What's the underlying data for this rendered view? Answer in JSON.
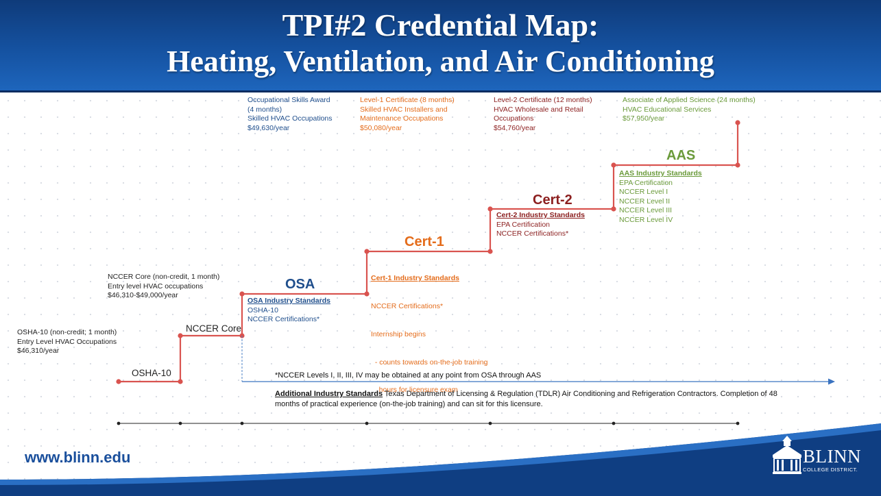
{
  "title": {
    "line1": "TPI#2 Credential Map:",
    "line2": "Heating, Ventilation, and Air Conditioning"
  },
  "top_credentials": [
    {
      "lines": [
        "Occupational Skills Award",
        "(4 months)",
        "Skilled HVAC Occupations",
        "$49,630/year"
      ]
    },
    {
      "lines": [
        "Level-1 Certificate (8 months)",
        "Skilled HVAC Installers and",
        "Maintenance Occupations",
        "$50,080/year"
      ]
    },
    {
      "lines": [
        "Level-2 Certificate (12 months)",
        "HVAC Wholesale and Retail",
        "Occupations",
        "$54,760/year"
      ]
    },
    {
      "lines": [
        "Associate of Applied Science (24 months)",
        "HVAC Educational Services",
        "$57,950/year"
      ]
    }
  ],
  "left_credentials": [
    {
      "lines": [
        "NCCER Core (non-credit, 1 month)",
        "Entry level HVAC occupations",
        "$46,310-$49,000/year"
      ]
    },
    {
      "lines": [
        "OSHA-10 (non-credit; 1 month)",
        "Entry Level HVAC Occupations",
        "$46,310/year"
      ]
    }
  ],
  "stages": {
    "osha": "OSHA-10",
    "nccer": "NCCER Core",
    "osa": "OSA",
    "cert1": "Cert-1",
    "cert2": "Cert-2",
    "aas": "AAS"
  },
  "standards": {
    "osa": {
      "header": "OSA Industry Standards",
      "items": [
        "OSHA-10",
        "NCCER Certifications*"
      ]
    },
    "cert1": {
      "header": "Cert-1 Industry Standards",
      "items": [
        "NCCER Certifications*",
        "Internship begins",
        "  - counts towards on-the-job training",
        "    hours for licensure exam"
      ]
    },
    "cert2": {
      "header": "Cert-2 Industry Standards",
      "items": [
        "EPA Certification",
        "NCCER Certifications*"
      ]
    },
    "aas": {
      "header": "AAS Industry Standards",
      "items": [
        "EPA Certification",
        "NCCER Level I",
        "NCCER Level II",
        "NCCER Level III",
        "NCCER Level IV"
      ]
    }
  },
  "notes": {
    "nccer_levels": "*NCCER Levels I, II, III, IV may be obtained at any point from OSA through AAS",
    "additional_label": "Additional Industry Standards",
    "additional_line1": " Texas Department of Licensing & Regulation (TDLR) Air Conditioning and Refrigeration Contractors. Completion of 48",
    "additional_line2": "months of practical experience (on-the-job training) and can sit for this licensure."
  },
  "footer": {
    "url": "www.blinn.edu",
    "logo_name": "BLINN",
    "logo_sub": "COLLEGE DISTRICT."
  },
  "colors": {
    "header_blue": "#1552a1",
    "step_red": "#d9534f",
    "osa_blue": "#1f4e8c",
    "cert1_orange": "#e46c1b",
    "cert2_darkred": "#8c1f1f",
    "aas_green": "#6a9a3a"
  }
}
